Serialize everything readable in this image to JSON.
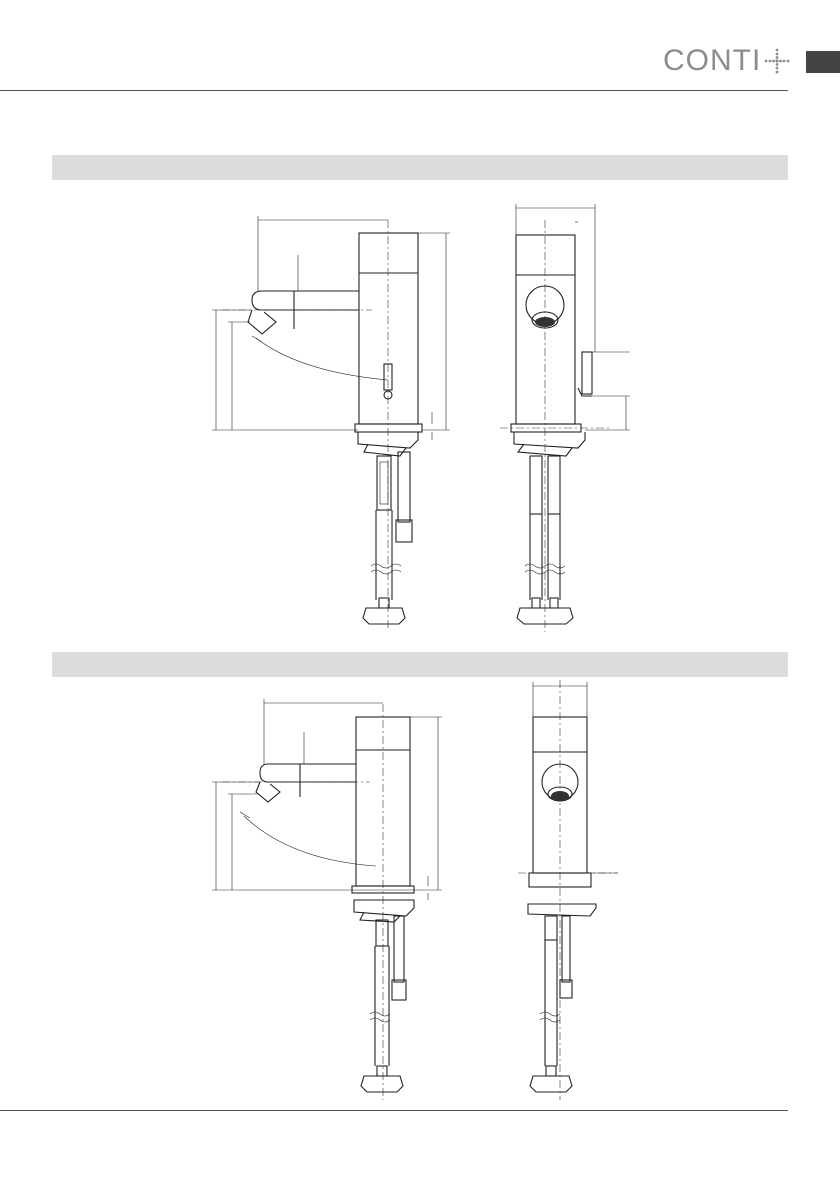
{
  "header": {
    "logo_text": "CONTI",
    "brand_color": "#8a8c8f",
    "logo_icon": "plus-dots-icon"
  },
  "colors": {
    "rule": "#555555",
    "section_bar": "#dcdcdc",
    "language_tab": "#444444",
    "line": "#222222"
  },
  "sections": [
    {
      "id": "variant-1",
      "views": [
        "side-view",
        "front-view"
      ]
    },
    {
      "id": "variant-2",
      "views": [
        "side-view",
        "front-view"
      ]
    }
  ]
}
